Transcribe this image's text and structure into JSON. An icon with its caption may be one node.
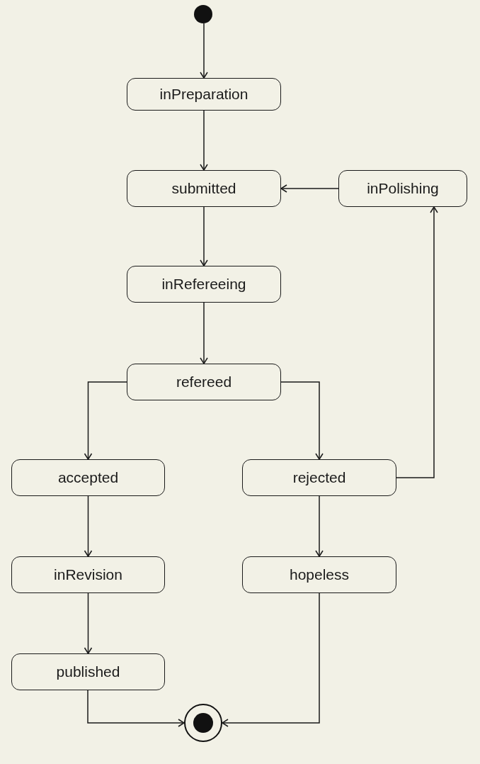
{
  "diagram": {
    "nodes": [
      {
        "text": [],
        "shape": "circle"
      },
      {
        "text": [
          "inPreparation"
        ]
      },
      {
        "text": [
          "submitted"
        ]
      },
      {
        "text": [
          "inPolishing"
        ]
      },
      {
        "text": [
          "inRefereeing"
        ]
      },
      {
        "text": [
          "refereed"
        ]
      },
      {
        "text": [
          "accepted"
        ]
      },
      {
        "text": [
          "rejected"
        ]
      },
      {
        "text": [
          "inRevision"
        ]
      },
      {
        "text": [
          "hopeless"
        ]
      },
      {
        "text": [
          "published"
        ]
      },
      {
        "text": [],
        "shape": "bullseye"
      }
    ],
    "edges": [
      {
        "from": 0,
        "to": 1,
        "arrow": "to"
      },
      {
        "from": 1,
        "to": 2,
        "arrow": "to"
      },
      {
        "from": 3,
        "to": 2,
        "arrow": "to"
      },
      {
        "from": 2,
        "to": 4,
        "arrow": "to"
      },
      {
        "from": 4,
        "to": 5,
        "arrow": "to"
      },
      {
        "from": 5,
        "to": 6,
        "arrow": "to"
      },
      {
        "from": 5,
        "to": 7,
        "arrow": "to"
      },
      {
        "from": 7,
        "to": 3,
        "arrow": "to"
      },
      {
        "from": 6,
        "to": 8,
        "arrow": "to"
      },
      {
        "from": 7,
        "to": 9,
        "arrow": "to"
      },
      {
        "from": 8,
        "to": 10,
        "arrow": "to"
      },
      {
        "from": 10,
        "to": 11,
        "arrow": "to"
      },
      {
        "from": 9,
        "to": 11,
        "arrow": "to"
      }
    ]
  }
}
